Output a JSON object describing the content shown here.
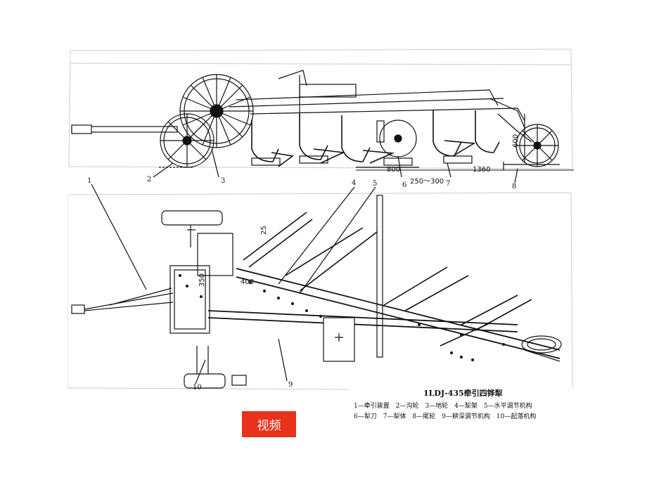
{
  "diagram": {
    "side_labels": [
      "2",
      "3",
      "6",
      "7",
      "8"
    ],
    "top_labels": [
      "1",
      "4",
      "5",
      "9",
      "10"
    ],
    "dimensions": {
      "d800": "800",
      "d250": "250～300",
      "d1360": "1360",
      "d600": "600",
      "d25": "25",
      "d350": "350",
      "d400": "400"
    },
    "caption": "1LDJ-435牵引四铧犁",
    "legend": [
      "1—牵引装置　2—沟轮　3—地轮　4—犁架　5—水平调节机构",
      "6—犁刀　7—犁体　8—尾轮　9—耕深调节机构　10—起落机构"
    ]
  },
  "video_button": {
    "label": "视频",
    "color": "#e8321c"
  }
}
